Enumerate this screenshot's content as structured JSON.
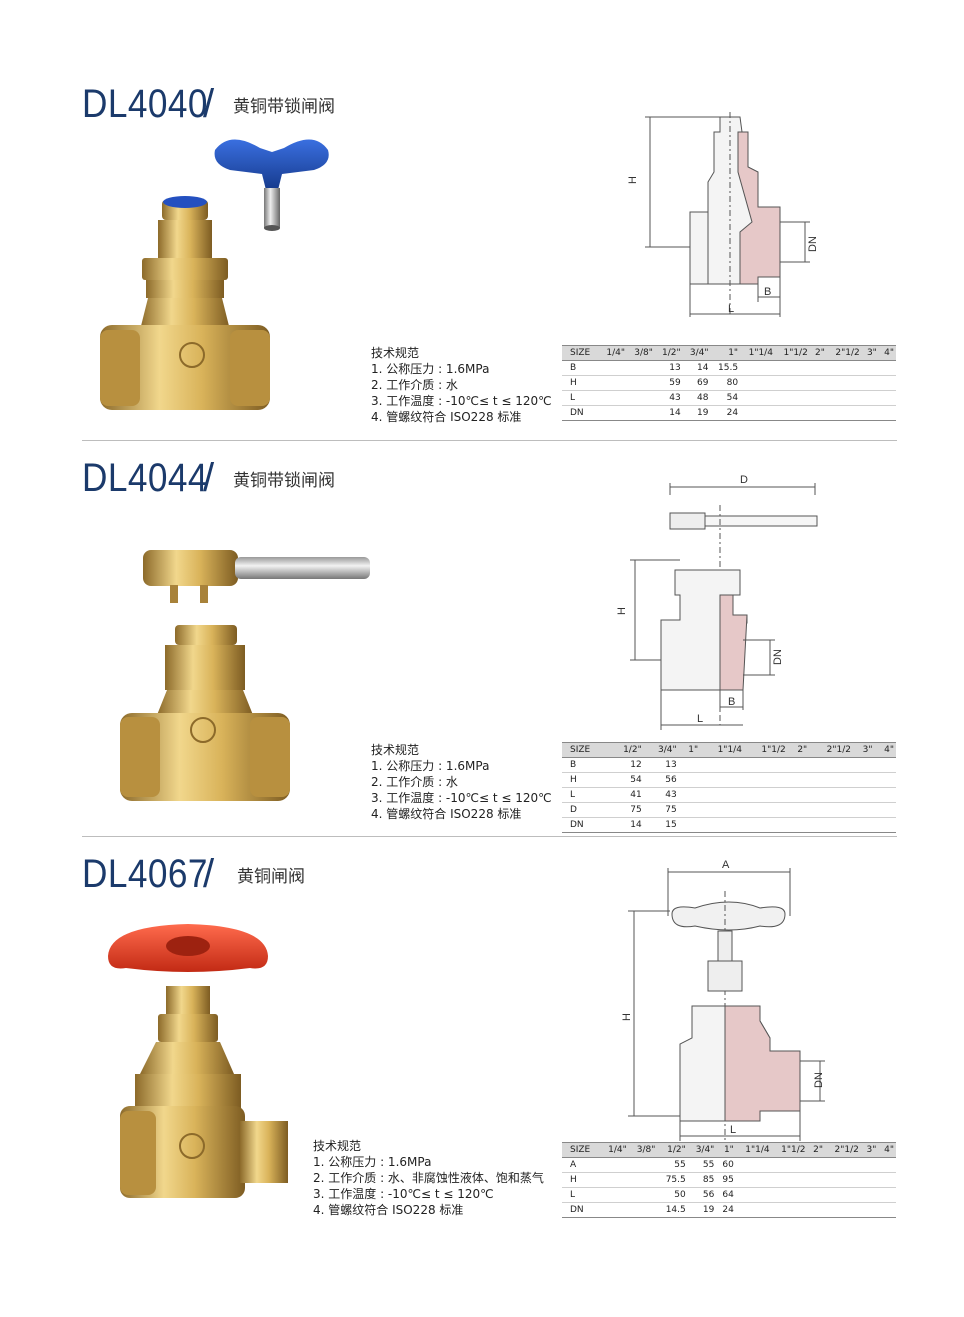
{
  "products": [
    {
      "model": "DL4040",
      "slash": "/",
      "name": "黄铜带锁闸阀",
      "specs_title": "技术规范",
      "specs": [
        "1. 公称压力 : 1.6MPa",
        "2. 工作介质 : 水",
        "3. 工作温度 : -10℃≤ t ≤ 120℃",
        "4. 管螺纹符合 ISO228 标准"
      ],
      "diagram_labels": {
        "h": "H",
        "dn": "DN",
        "b": "B",
        "l": "L"
      },
      "table": {
        "headers": [
          "SIZE",
          "1/4\"",
          "3/8\"",
          "1/2\"",
          "3/4\"",
          "1\"",
          "1\"1/4",
          "1\"1/2",
          "2\"",
          "2\"1/2",
          "3\"",
          "4\""
        ],
        "rows": [
          [
            "B",
            "",
            "",
            "13",
            "14",
            "15.5",
            "",
            "",
            "",
            "",
            "",
            ""
          ],
          [
            "H",
            "",
            "",
            "59",
            "69",
            "80",
            "",
            "",
            "",
            "",
            "",
            ""
          ],
          [
            "L",
            "",
            "",
            "43",
            "48",
            "54",
            "",
            "",
            "",
            "",
            "",
            ""
          ],
          [
            "DN",
            "",
            "",
            "14",
            "19",
            "24",
            "",
            "",
            "",
            "",
            "",
            ""
          ]
        ]
      }
    },
    {
      "model": "DL4044",
      "slash": "/",
      "name": "黄铜带锁闸阀",
      "specs_title": "技术规范",
      "specs": [
        "1. 公称压力 : 1.6MPa",
        "2. 工作介质 : 水",
        "3. 工作温度 : -10℃≤ t ≤ 120℃",
        "4. 管螺纹符合 ISO228 标准"
      ],
      "diagram_labels": {
        "d": "D",
        "h": "H",
        "dn": "DN",
        "b": "B",
        "l": "L"
      },
      "table": {
        "headers": [
          "SIZE",
          "1/2\"",
          "3/4\"",
          "1\"",
          "1\"1/4",
          "1\"1/2",
          "2\"",
          "2\"1/2",
          "3\"",
          "4\""
        ],
        "rows": [
          [
            "B",
            "12",
            "13",
            "",
            "",
            "",
            "",
            "",
            "",
            ""
          ],
          [
            "H",
            "54",
            "56",
            "",
            "",
            "",
            "",
            "",
            "",
            ""
          ],
          [
            "L",
            "41",
            "43",
            "",
            "",
            "",
            "",
            "",
            "",
            ""
          ],
          [
            "D",
            "75",
            "75",
            "",
            "",
            "",
            "",
            "",
            "",
            ""
          ],
          [
            "DN",
            "14",
            "15",
            "",
            "",
            "",
            "",
            "",
            "",
            ""
          ]
        ]
      }
    },
    {
      "model": "DL4067",
      "slash": "/",
      "name": "黄铜闸阀",
      "specs_title": "技术规范",
      "specs": [
        "1. 公称压力 : 1.6MPa",
        "2. 工作介质 : 水、非腐蚀性液体、饱和蒸气",
        "3. 工作温度 : -10℃≤ t ≤ 120℃",
        "4. 管螺纹符合 ISO228 标准"
      ],
      "diagram_labels": {
        "a": "A",
        "h": "H",
        "dn": "DN",
        "l": "L"
      },
      "table": {
        "headers": [
          "SIZE",
          "1/4\"",
          "3/8\"",
          "1/2\"",
          "3/4\"",
          "1\"",
          "1\"1/4",
          "1\"1/2",
          "2\"",
          "2\"1/2",
          "3\"",
          "4\""
        ],
        "rows": [
          [
            "A",
            "",
            "",
            "55",
            "55",
            "60",
            "",
            "",
            "",
            "",
            "",
            ""
          ],
          [
            "H",
            "",
            "",
            "75.5",
            "85",
            "95",
            "",
            "",
            "",
            "",
            "",
            ""
          ],
          [
            "L",
            "",
            "",
            "50",
            "56",
            "64",
            "",
            "",
            "",
            "",
            "",
            ""
          ],
          [
            "DN",
            "",
            "",
            "14.5",
            "19",
            "24",
            "",
            "",
            "",
            "",
            "",
            ""
          ]
        ]
      }
    }
  ],
  "colors": {
    "brand": "#1b3a6b",
    "brass": "#d9b35a",
    "brass_dark": "#a8823a",
    "blue_key": "#1f4fb5",
    "red_wheel": "#e5432b"
  }
}
